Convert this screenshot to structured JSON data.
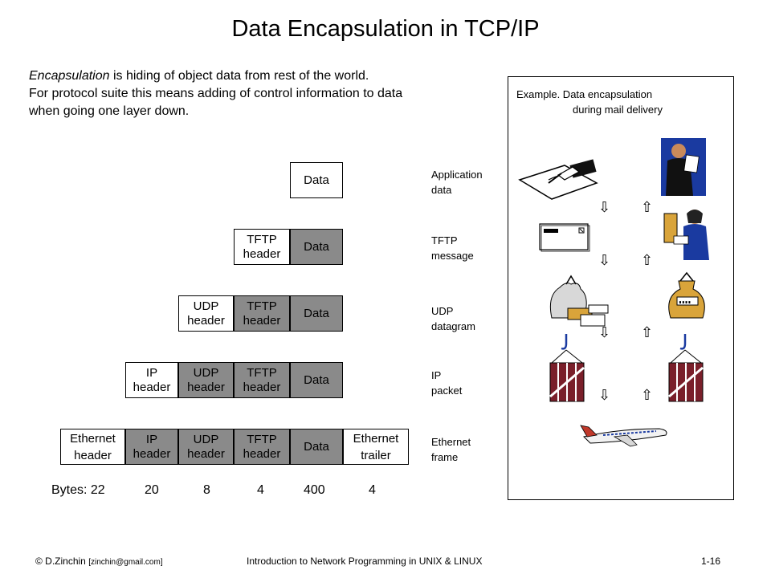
{
  "title": "Data Encapsulation in TCP/IP",
  "intro": {
    "term": "Encapsulation",
    "line1_rest": "is hiding of object data from rest of the world.",
    "line2": "For protocol suite this means adding of control information to data",
    "line3": "when going one layer down."
  },
  "rows": {
    "app": {
      "data": "Data"
    },
    "tftp": {
      "tftp_l1": "TFTP",
      "tftp_l2": "header",
      "data": "Data"
    },
    "udp": {
      "udp_l1": "UDP",
      "udp_l2": "header",
      "tftp_l1": "TFTP",
      "tftp_l2": "header",
      "data": "Data"
    },
    "ip": {
      "ip_l1": "IP",
      "ip_l2": "header",
      "udp_l1": "UDP",
      "udp_l2": "header",
      "tftp_l1": "TFTP",
      "tftp_l2": "header",
      "data": "Data"
    },
    "eth": {
      "eth_l1": "Ethernet",
      "eth_l2": "header",
      "ip_l1": "IP",
      "ip_l2": "header",
      "udp_l1": "UDP",
      "udp_l2": "header",
      "tftp_l1": "TFTP",
      "tftp_l2": "header",
      "data": "Data",
      "trailer_l1": "Ethernet",
      "trailer_l2": "trailer"
    }
  },
  "layer_labels": [
    {
      "l1": "Application",
      "l2": "data"
    },
    {
      "l1": "TFTP",
      "l2": "message"
    },
    {
      "l1": "UDP",
      "l2": "datagram"
    },
    {
      "l1": "IP",
      "l2": "packet"
    },
    {
      "l1": "Ethernet",
      "l2": "frame"
    }
  ],
  "bytes": {
    "label": "Bytes: 22",
    "ip": "20",
    "udp": "8",
    "tftp": "4",
    "data": "400",
    "trailer": "4"
  },
  "example": {
    "line1": "Example. Data encapsulation",
    "line2": "during mail delivery",
    "down_arrow": "⇩",
    "up_arrow": "⇧"
  },
  "footer": {
    "author": "© D.Zinchin",
    "email": "[zinchin@gmail.com]",
    "course": "Introduction to Network Programming in UNIX & LINUX",
    "slide": "1-16"
  },
  "colors": {
    "gray_box": "#8a8a8a",
    "crate": "#7a1f2a",
    "figure_blue": "#1a3aa0"
  }
}
